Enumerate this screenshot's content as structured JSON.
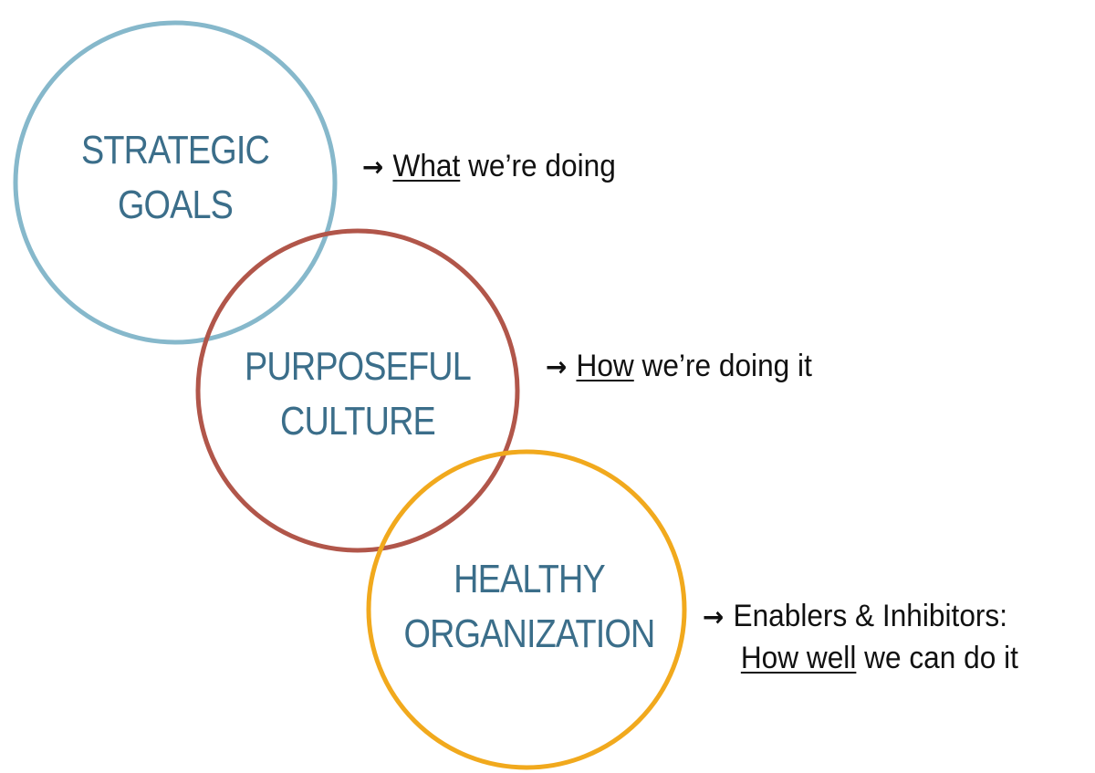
{
  "circles": [
    {
      "line1": "STRATEGIC",
      "line2": "GOALS",
      "color": "#86b8cb",
      "desc_key": "What",
      "desc_rest": "we’re doing"
    },
    {
      "line1": "PURPOSEFUL",
      "line2": "CULTURE",
      "color": "#b1564a",
      "desc_key": "How",
      "desc_rest": "we’re doing it"
    },
    {
      "line1": "HEALTHY",
      "line2": "ORGANIZATION",
      "color": "#f1a91d",
      "desc_line1": "Enablers & Inhibitors:",
      "desc_key": "How well",
      "desc_rest": "we can do it"
    }
  ],
  "label_color": "#3b6e8a",
  "arrow_glyph": "→",
  "arrow_icon": "right-arrow-icon"
}
